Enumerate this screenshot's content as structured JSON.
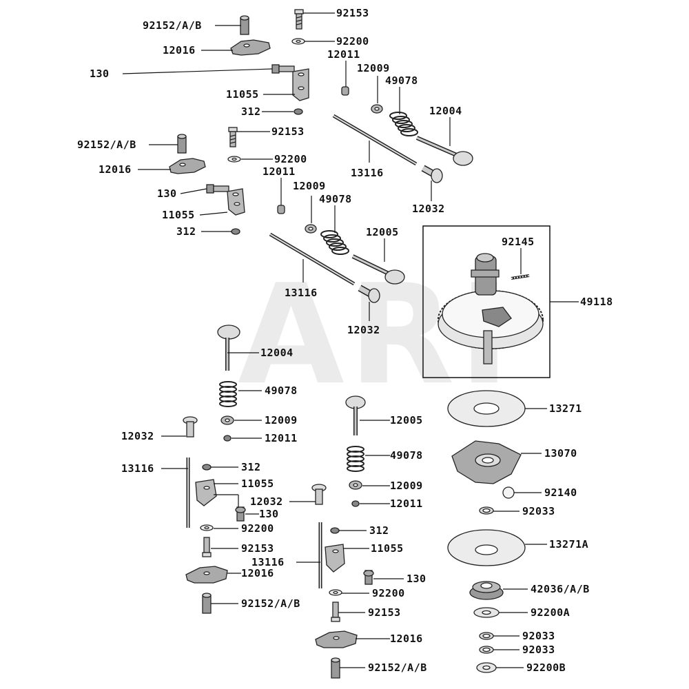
{
  "watermark": "ARI",
  "labels": {
    "p92153_a": "92153",
    "p92152_a": "92152/A/B",
    "p92200_a": "92200",
    "p12016_a": "12016",
    "p12011_a": "12011",
    "p130_a": "130",
    "p12009_a": "12009",
    "p49078_a": "49078",
    "p11055_a": "11055",
    "p312_a": "312",
    "p12004_a": "12004",
    "p13116_a": "13116",
    "p12032_a": "12032",
    "p92152_b": "92152/A/B",
    "p92153_b": "92153",
    "p12016_b": "12016",
    "p92200_b": "92200",
    "p12011_b": "12011",
    "p12009_b": "12009",
    "p130_b": "130",
    "p49078_b": "49078",
    "p11055_b": "11055",
    "p12005_b": "12005",
    "p312_b": "312",
    "p13116_b": "13116",
    "p12032_b": "12032",
    "p92145": "92145",
    "p49118": "49118",
    "p12004_c": "12004",
    "p49078_c": "49078",
    "p12009_c": "12009",
    "p12032_c": "12032",
    "p12011_c": "12011",
    "p13116_c": "13116",
    "p312_c": "312",
    "p11055_c": "11055",
    "p130_c": "130",
    "p92200_c": "92200",
    "p92153_c": "92153",
    "p12016_c": "12016",
    "p92152_c": "92152/A/B",
    "p12005_d": "12005",
    "p49078_d": "49078",
    "p12009_d": "12009",
    "p12032_d": "12032",
    "p12011_d": "12011",
    "p312_d": "312",
    "p11055_d": "11055",
    "p13116_d": "13116",
    "p130_d": "130",
    "p92200_d": "92200",
    "p92153_d": "92153",
    "p12016_d": "12016",
    "p92152_d": "92152/A/B",
    "p13271": "13271",
    "p13070": "13070",
    "p92140": "92140",
    "p92033_a": "92033",
    "p13271A": "13271A",
    "p42036": "42036/A/B",
    "p92200A": "92200A",
    "p92033_b": "92033",
    "p92033_c": "92033",
    "p92200B": "92200B"
  }
}
